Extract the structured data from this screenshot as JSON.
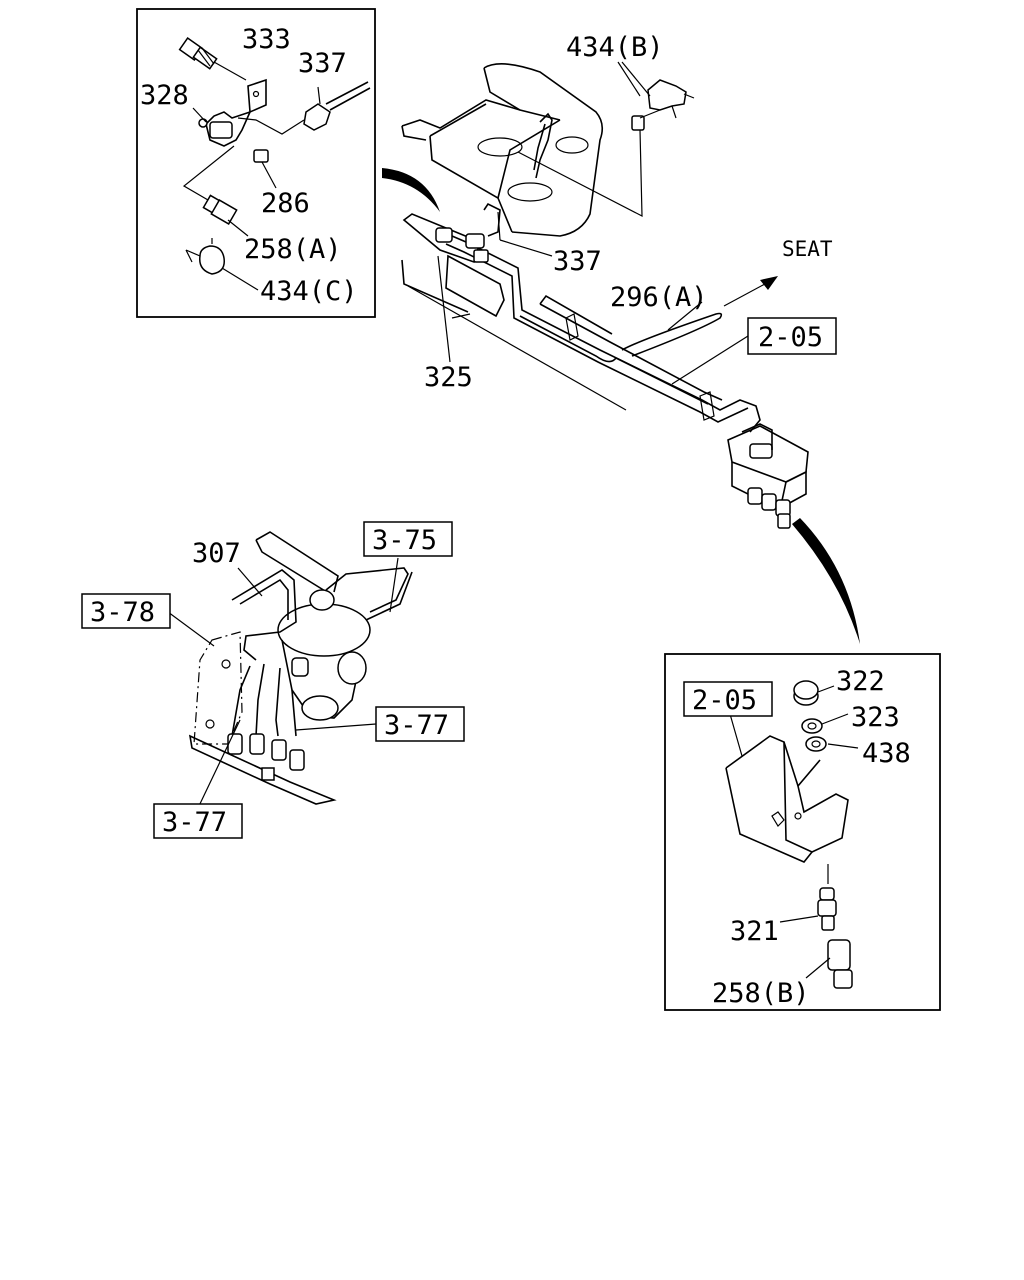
{
  "callouts": {
    "c333": "333",
    "c337a": "337",
    "c328": "328",
    "c286": "286",
    "c258a": "258(A)",
    "c434c": "434(C)",
    "c434b": "434(B)",
    "c337b": "337",
    "c325": "325",
    "c296a": "296(A)",
    "seat": "SEAT",
    "c307": "307",
    "c322": "322",
    "c323": "323",
    "c438": "438",
    "c321": "321",
    "c258b": "258(B)"
  },
  "refs": {
    "r205a": "2-05",
    "r375": "3-75",
    "r378": "3-78",
    "r377a": "3-77",
    "r377b": "3-77",
    "r205b": "2-05"
  }
}
